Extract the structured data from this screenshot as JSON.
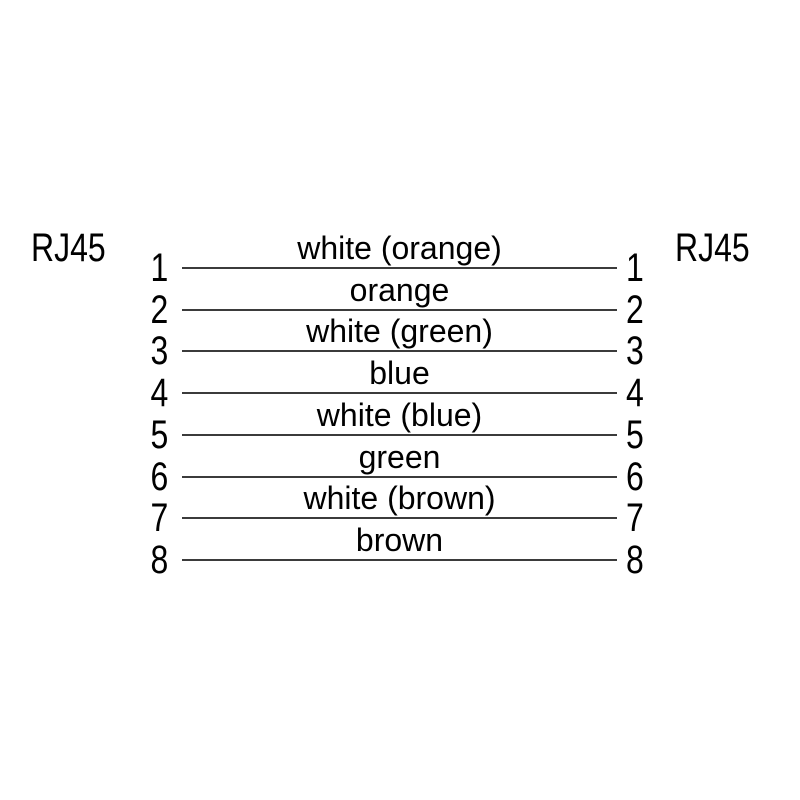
{
  "page": {
    "background_color": "#ffffff"
  },
  "diagram": {
    "left_connector_label": "RJ45",
    "right_connector_label": "RJ45",
    "line_color": "#3b3b3b",
    "text_color": "#000000",
    "wires": [
      {
        "pin_left": "1",
        "pin_right": "1",
        "label": "white (orange)"
      },
      {
        "pin_left": "2",
        "pin_right": "2",
        "label": "orange"
      },
      {
        "pin_left": "3",
        "pin_right": "3",
        "label": "white (green)"
      },
      {
        "pin_left": "4",
        "pin_right": "4",
        "label": "blue"
      },
      {
        "pin_left": "5",
        "pin_right": "5",
        "label": "white (blue)"
      },
      {
        "pin_left": "6",
        "pin_right": "6",
        "label": "green"
      },
      {
        "pin_left": "7",
        "pin_right": "7",
        "label": "white (brown)"
      },
      {
        "pin_left": "8",
        "pin_right": "8",
        "label": "brown"
      }
    ]
  }
}
